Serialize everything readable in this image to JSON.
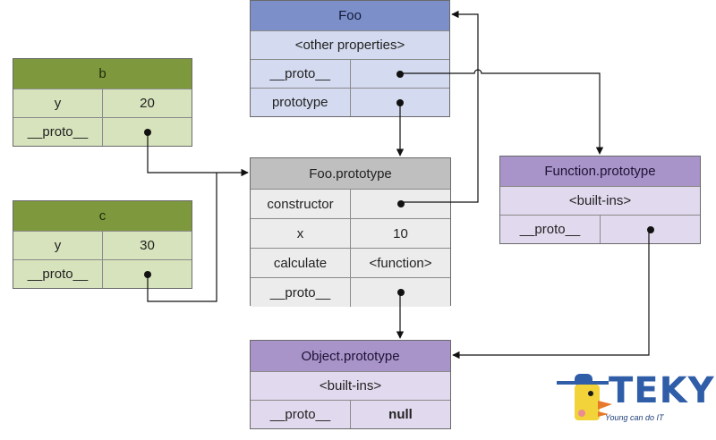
{
  "boxes": {
    "b": {
      "title": "b",
      "rows": [
        [
          "y",
          "20"
        ],
        [
          "__proto__",
          ""
        ]
      ]
    },
    "c": {
      "title": "c",
      "rows": [
        [
          "y",
          "30"
        ],
        [
          "__proto__",
          ""
        ]
      ]
    },
    "foo": {
      "title": "Foo",
      "rows": [
        [
          "<other properties>"
        ],
        [
          "__proto__",
          ""
        ],
        [
          "prototype",
          ""
        ]
      ]
    },
    "foo_prototype": {
      "title": "Foo.prototype",
      "rows": [
        [
          "constructor",
          ""
        ],
        [
          "x",
          "10"
        ],
        [
          "calculate",
          "<function>"
        ],
        [
          "__proto__",
          ""
        ]
      ]
    },
    "function_prototype": {
      "title": "Function.prototype",
      "rows": [
        [
          "<built-ins>"
        ],
        [
          "__proto__",
          ""
        ]
      ]
    },
    "object_prototype": {
      "title": "Object.prototype",
      "rows": [
        [
          "<built-ins>"
        ],
        [
          "__proto__",
          "null"
        ]
      ]
    }
  },
  "colors": {
    "green_title": "#7e983e",
    "green_body": "#d7e3bc",
    "blue_title": "#7d8fc8",
    "blue_body": "#d4dbf0",
    "grey_title": "#bfbfbf",
    "grey_body": "#ececec",
    "purple_title": "#a894c9",
    "purple_body": "#e1d9ee",
    "line": "#111111"
  },
  "logo": {
    "name": "TEKY",
    "tagline": "Young can do IT",
    "icon": "duck-mascot-icon"
  }
}
